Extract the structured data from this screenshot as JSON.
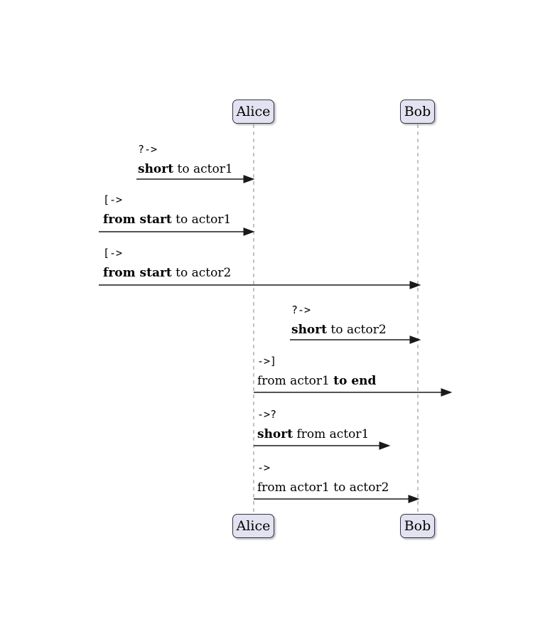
{
  "diagram": {
    "type": "sequence-diagram",
    "actors": [
      {
        "name": "Alice"
      },
      {
        "name": "Bob"
      }
    ],
    "messages": [
      {
        "op": "?->",
        "label": [
          {
            "text": "short",
            "bold": true
          },
          {
            "text": " to actor1",
            "bold": false
          }
        ]
      },
      {
        "op": "[->",
        "label": [
          {
            "text": "from start",
            "bold": true
          },
          {
            "text": " to actor1",
            "bold": false
          }
        ]
      },
      {
        "op": "[->",
        "label": [
          {
            "text": "from start",
            "bold": true
          },
          {
            "text": " to actor2",
            "bold": false
          }
        ]
      },
      {
        "op": "?->",
        "label": [
          {
            "text": "short",
            "bold": true
          },
          {
            "text": " to actor2",
            "bold": false
          }
        ]
      },
      {
        "op": "->]",
        "label": [
          {
            "text": "from actor1 ",
            "bold": false
          },
          {
            "text": "to end",
            "bold": true
          }
        ]
      },
      {
        "op": "->?",
        "label": [
          {
            "text": "short",
            "bold": true
          },
          {
            "text": " from actor1",
            "bold": false
          }
        ]
      },
      {
        "op": "->",
        "label": [
          {
            "text": "from actor1 to actor2",
            "bold": false
          },
          {
            "text": "",
            "bold": false
          }
        ]
      }
    ],
    "colors": {
      "actor_fill": "#E2E2F0",
      "actor_border": "#35354A",
      "lifeline": "#A9A9A9",
      "arrow": "#1A1A1A",
      "text": "#000000",
      "background": "#FFFFFF"
    }
  }
}
